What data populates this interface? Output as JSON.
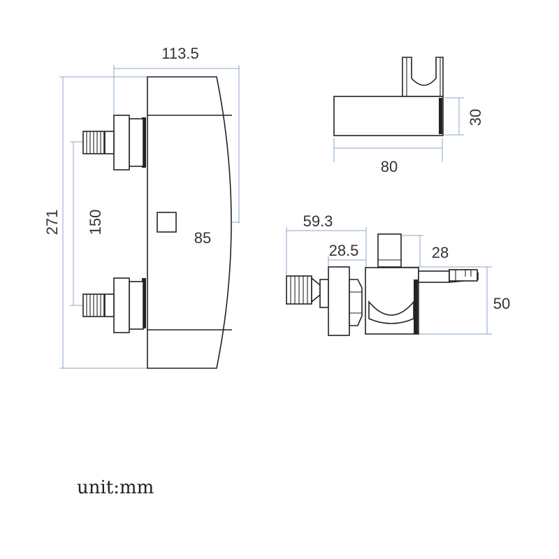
{
  "colors": {
    "background": "#ffffff",
    "outline": "#222222",
    "dimension_line": "#8aa7c9"
  },
  "front_view": {
    "width_label": "113.5",
    "height_label": "271",
    "inlet_spacing_label": "150",
    "body_depth_label": "85"
  },
  "holder_view": {
    "height_label": "30",
    "width_label": "80"
  },
  "side_view": {
    "overall_depth_label": "59.3",
    "inlet_offset_label": "28.5",
    "knob_height_label": "28",
    "body_height_label": "50"
  },
  "unit_label": "unit:mm"
}
